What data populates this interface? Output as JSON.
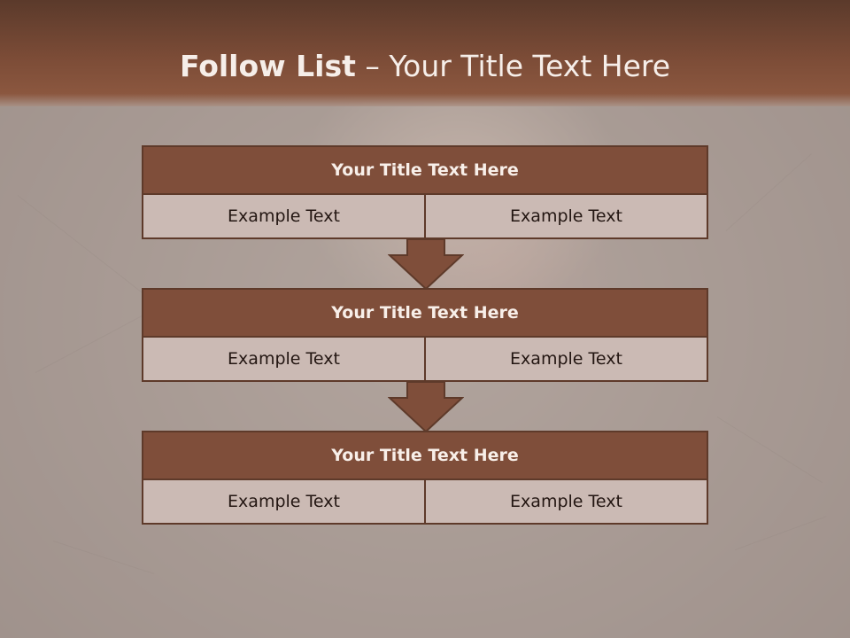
{
  "slide": {
    "title_bold": "Follow List",
    "title_rest": " – Your Title Text Here"
  },
  "steps": [
    {
      "title": "Your Title Text Here",
      "left": "Example Text",
      "right": "Example Text"
    },
    {
      "title": "Your Title Text Here",
      "left": "Example Text",
      "right": "Example Text"
    },
    {
      "title": "Your Title Text Here",
      "left": "Example Text",
      "right": "Example Text"
    }
  ],
  "colors": {
    "header": "#7c4c37",
    "box_title": "#7f4e3a",
    "box_body": "#cbbab4",
    "border": "#5e3a2a"
  }
}
